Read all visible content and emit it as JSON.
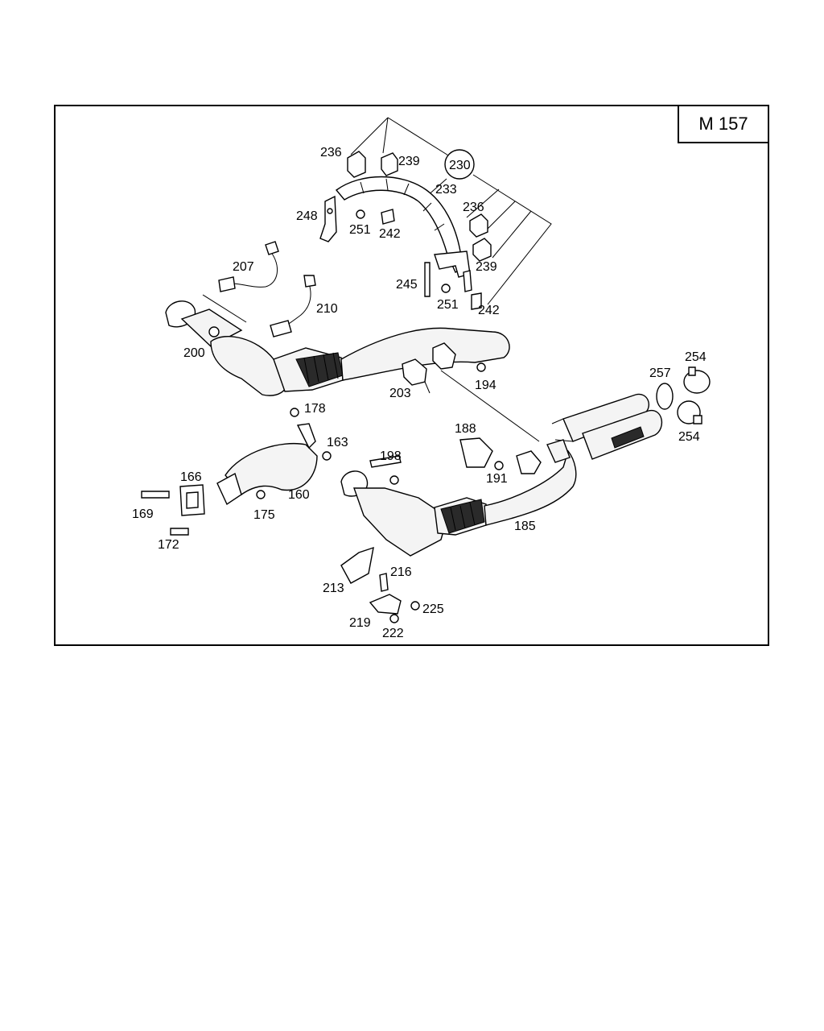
{
  "model_code": "M 157",
  "part_labels": [
    {
      "id": "236",
      "text": "236"
    },
    {
      "id": "239",
      "text": "239"
    },
    {
      "id": "230",
      "text": "230"
    },
    {
      "id": "233",
      "text": "233"
    },
    {
      "id": "248",
      "text": "248"
    },
    {
      "id": "251",
      "text": "251"
    },
    {
      "id": "242",
      "text": "242"
    },
    {
      "id": "236b",
      "text": "236"
    },
    {
      "id": "239b",
      "text": "239"
    },
    {
      "id": "207",
      "text": "207"
    },
    {
      "id": "245",
      "text": "245"
    },
    {
      "id": "251b",
      "text": "251"
    },
    {
      "id": "242b",
      "text": "242"
    },
    {
      "id": "210",
      "text": "210"
    },
    {
      "id": "200",
      "text": "200"
    },
    {
      "id": "254",
      "text": "254"
    },
    {
      "id": "257",
      "text": "257"
    },
    {
      "id": "203",
      "text": "203"
    },
    {
      "id": "194",
      "text": "194"
    },
    {
      "id": "178",
      "text": "178"
    },
    {
      "id": "254b",
      "text": "254"
    },
    {
      "id": "188",
      "text": "188"
    },
    {
      "id": "163",
      "text": "163"
    },
    {
      "id": "198",
      "text": "198"
    },
    {
      "id": "166",
      "text": "166"
    },
    {
      "id": "191",
      "text": "191"
    },
    {
      "id": "160",
      "text": "160"
    },
    {
      "id": "169",
      "text": "169"
    },
    {
      "id": "175",
      "text": "175"
    },
    {
      "id": "185",
      "text": "185"
    },
    {
      "id": "172",
      "text": "172"
    },
    {
      "id": "216",
      "text": "216"
    },
    {
      "id": "213",
      "text": "213"
    },
    {
      "id": "225",
      "text": "225"
    },
    {
      "id": "219",
      "text": "219"
    },
    {
      "id": "222",
      "text": "222"
    }
  ]
}
